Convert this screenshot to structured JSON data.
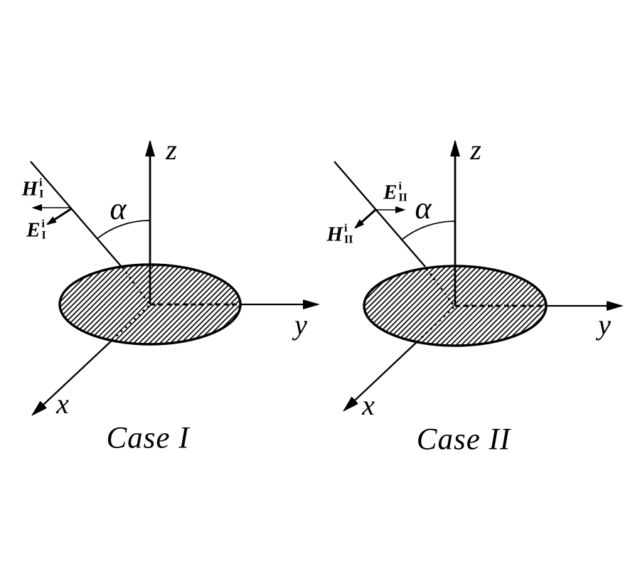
{
  "colors": {
    "ink": "#000000",
    "background": "#ffffff"
  },
  "cases": [
    {
      "title": "Case I",
      "angle_label": "α",
      "axis_labels": {
        "x": "x",
        "y": "y",
        "z": "z"
      },
      "horizontal_field": {
        "letter": "H",
        "sup": "i",
        "sub": "I"
      },
      "oblique_field": {
        "letter": "E",
        "sup": "i",
        "sub": "I"
      }
    },
    {
      "title": "Case II",
      "angle_label": "α",
      "axis_labels": {
        "x": "x",
        "y": "y",
        "z": "z"
      },
      "horizontal_field": {
        "letter": "E",
        "sup": "i",
        "sub": "II"
      },
      "oblique_field": {
        "letter": "H",
        "sup": "i",
        "sub": "II"
      }
    }
  ]
}
